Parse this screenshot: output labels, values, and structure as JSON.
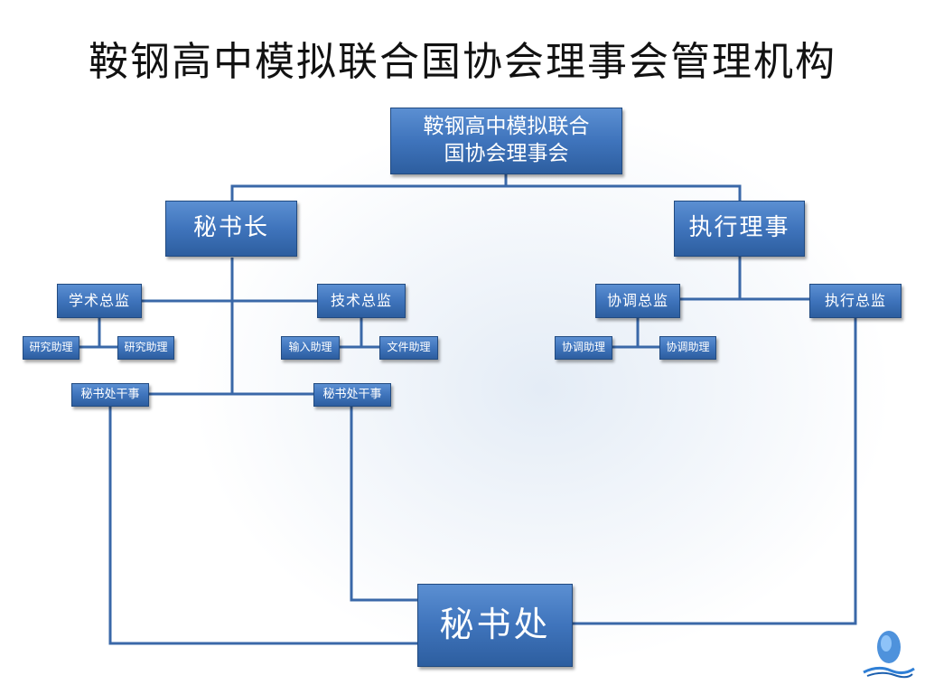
{
  "title": "鞍钢高中模拟联合国协会理事会管理机构",
  "nodes": {
    "root_line1": "鞍钢高中模拟联合",
    "root_line2": "国协会理事会",
    "secretary_general": "秘书长",
    "executive_director": "执行理事",
    "academic_director": "学术总监",
    "technical_director": "技术总监",
    "coordination_director": "协调总监",
    "execution_director": "执行总监",
    "research_assistant_1": "研究助理",
    "research_assistant_2": "研究助理",
    "input_assistant": "输入助理",
    "document_assistant": "文件助理",
    "coordination_assistant_1": "协调助理",
    "coordination_assistant_2": "协调助理",
    "secretariat_officer_1": "秘书处干事",
    "secretariat_officer_2": "秘书处干事",
    "secretariat": "秘书处"
  },
  "colors": {
    "box_fill": "#4a7ec4",
    "box_border": "#214a80",
    "connector": "#3a68a8",
    "text": "#ffffff"
  },
  "icons": {
    "logo": "modelun-logo-icon"
  }
}
